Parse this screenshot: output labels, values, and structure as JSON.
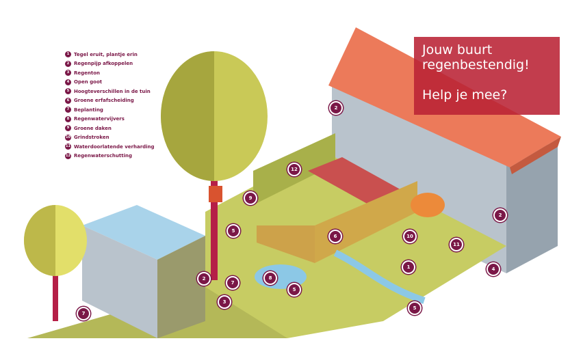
{
  "legend": [
    {
      "num": "1",
      "label": "Tegel eruit, plantje erin"
    },
    {
      "num": "2",
      "label": "Regenpijp afkoppelen"
    },
    {
      "num": "3",
      "label": "Regenton"
    },
    {
      "num": "4",
      "label": "Open goot"
    },
    {
      "num": "5",
      "label": "Hoogteverschillen in de tuin"
    },
    {
      "num": "6",
      "label": "Groene erfafscheiding"
    },
    {
      "num": "7",
      "label": "Beplanting"
    },
    {
      "num": "8",
      "label": "Regenwatervijvers"
    },
    {
      "num": "9",
      "label": "Groene daken"
    },
    {
      "num": "10",
      "label": "Grindstroken"
    },
    {
      "num": "11",
      "label": "Waterdoorlatende verharding"
    },
    {
      "num": "12",
      "label": "Regenwaterschutting"
    }
  ],
  "callout": {
    "line1": "Jouw buurt",
    "line2": "regenbestendig!",
    "line3": "Help je mee?"
  },
  "markers": [
    "2",
    "2",
    "12",
    "9",
    "5",
    "6",
    "10",
    "11",
    "2",
    "7",
    "8",
    "3",
    "5",
    "1",
    "4",
    "5",
    "7"
  ],
  "colors": {
    "accent": "#7a1747",
    "callout": "#ba2234",
    "roof": "#ec7a5a",
    "grass": "#c7cc63"
  }
}
